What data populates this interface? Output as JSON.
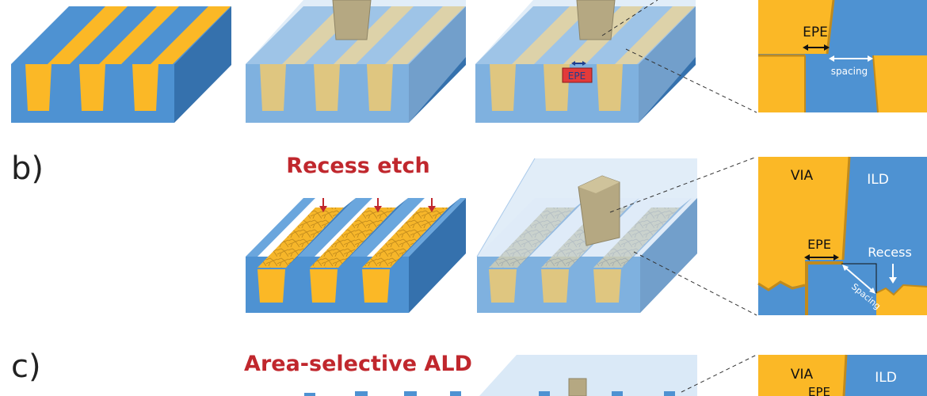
{
  "panels": {
    "b_label": "b)",
    "c_label": "c)",
    "b_title": "Recess etch",
    "c_title": "Area-selective ALD"
  },
  "labels": {
    "epe_center": "EPE",
    "inset_a_epe": "EPE",
    "inset_a_spacing": "spacing",
    "inset_b_via": "VIA",
    "inset_b_ild": "ILD",
    "inset_b_epe": "EPE",
    "inset_b_recess": "Recess",
    "inset_b_spacing": "Spacing",
    "inset_c_via": "VIA",
    "inset_c_ild": "ILD",
    "inset_c_epe": "EPE"
  },
  "colors": {
    "ild_blue": "#4e92d2",
    "ild_side": "#3f7fbe",
    "ild_dark": "#3571ad",
    "metal_yellow": "#fbb826",
    "via_tan": "#b5a882",
    "accent_red": "#c0272d",
    "arrow_navy": "#1f3f8f"
  }
}
